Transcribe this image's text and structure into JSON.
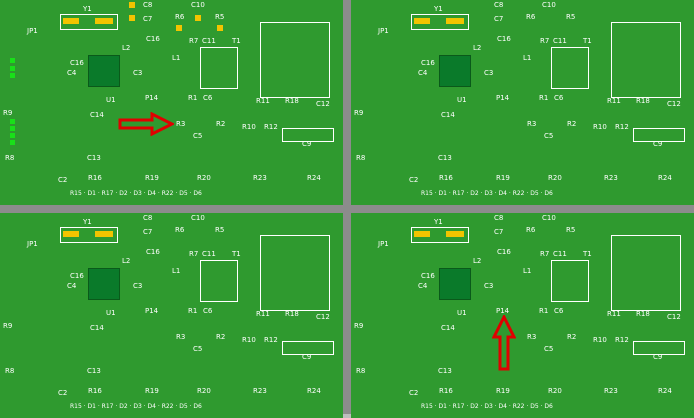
{
  "panels": [
    {
      "id": "tl",
      "annotation": {
        "type": "arrow-right",
        "color": "#e00000"
      }
    },
    {
      "id": "tr",
      "annotation": null
    },
    {
      "id": "bl",
      "annotation": null
    },
    {
      "id": "br",
      "annotation": {
        "type": "arrow-up",
        "color": "#e00000"
      }
    }
  ],
  "labels": {
    "jp1": "JP1",
    "y1": "Y1",
    "c8": "C8",
    "c7": "C7",
    "c10": "C10",
    "r6": "R6",
    "r5": "R5",
    "c16a": "C16",
    "c16b": "C16",
    "c4": "C4",
    "l2": "L2",
    "c3": "C3",
    "l1": "L1",
    "t1": "T1",
    "r7": "R7",
    "c11": "C11",
    "u1": "U1",
    "p14": "P14",
    "c14": "C14",
    "r1": "R1",
    "c6": "C6",
    "r11": "R11",
    "r18": "R18",
    "c12": "C12",
    "r3": "R3",
    "r2": "R2",
    "r10": "R10",
    "r12": "R12",
    "c5": "C5",
    "c9": "C9",
    "c13": "C13",
    "c2": "C2",
    "r16": "R16",
    "r19": "R19",
    "r20": "R20",
    "r23": "R23",
    "r24": "R24",
    "r9": "R9",
    "r8": "R8",
    "bottom_row": [
      "R15",
      "D1",
      "R17",
      "D2",
      "D3",
      "D4",
      "R22",
      "D5",
      "D6"
    ]
  }
}
